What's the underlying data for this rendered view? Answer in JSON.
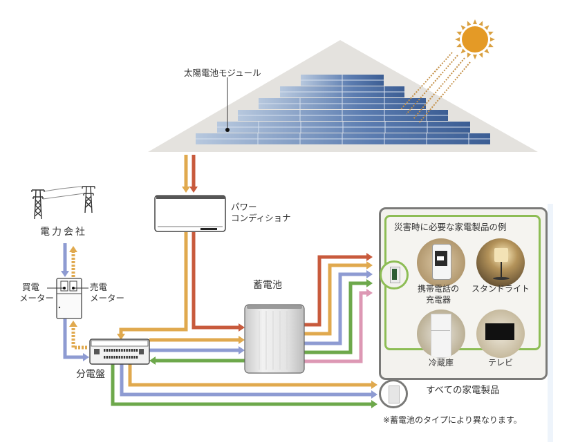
{
  "labels": {
    "solar_module": "太陽電池モジュール",
    "power_company": "電力会社",
    "buy_meter_line1": "買電",
    "buy_meter_line2": "メーター",
    "sell_meter_line1": "売電",
    "sell_meter_line2": "メーター",
    "distribution_board": "分電盤",
    "power_conditioner_line1": "パワー",
    "power_conditioner_line2": "コンディショナ",
    "storage_battery": "蓄電池"
  },
  "panel": {
    "title": "災害時に必要な家電製品の例",
    "appliances": [
      {
        "label_line1": "携帯電話の",
        "label_line2": "充電器",
        "icon": "smartphone-charger-icon"
      },
      {
        "label_line1": "スタンドライト",
        "label_line2": "",
        "icon": "stand-light-icon"
      },
      {
        "label_line1": "冷蔵庫",
        "label_line2": "",
        "icon": "refrigerator-icon"
      },
      {
        "label_line1": "テレビ",
        "label_line2": "",
        "icon": "television-icon"
      }
    ],
    "all_appliances": "すべての家電製品",
    "footnote": "※蓄電池のタイプにより異なります。"
  },
  "colors": {
    "solar_power": "#e0a94e",
    "battery_power": "#c85a3c",
    "grid_power": "#8e9bd2",
    "green_line": "#6da84b",
    "pink_line": "#dd98b4",
    "panel_border": "#7a7a78",
    "panel_inner_border": "#8dbd55",
    "roof": "#e4e2de",
    "solar_cell": "#4a6ba0",
    "sun": "#e49a26"
  }
}
